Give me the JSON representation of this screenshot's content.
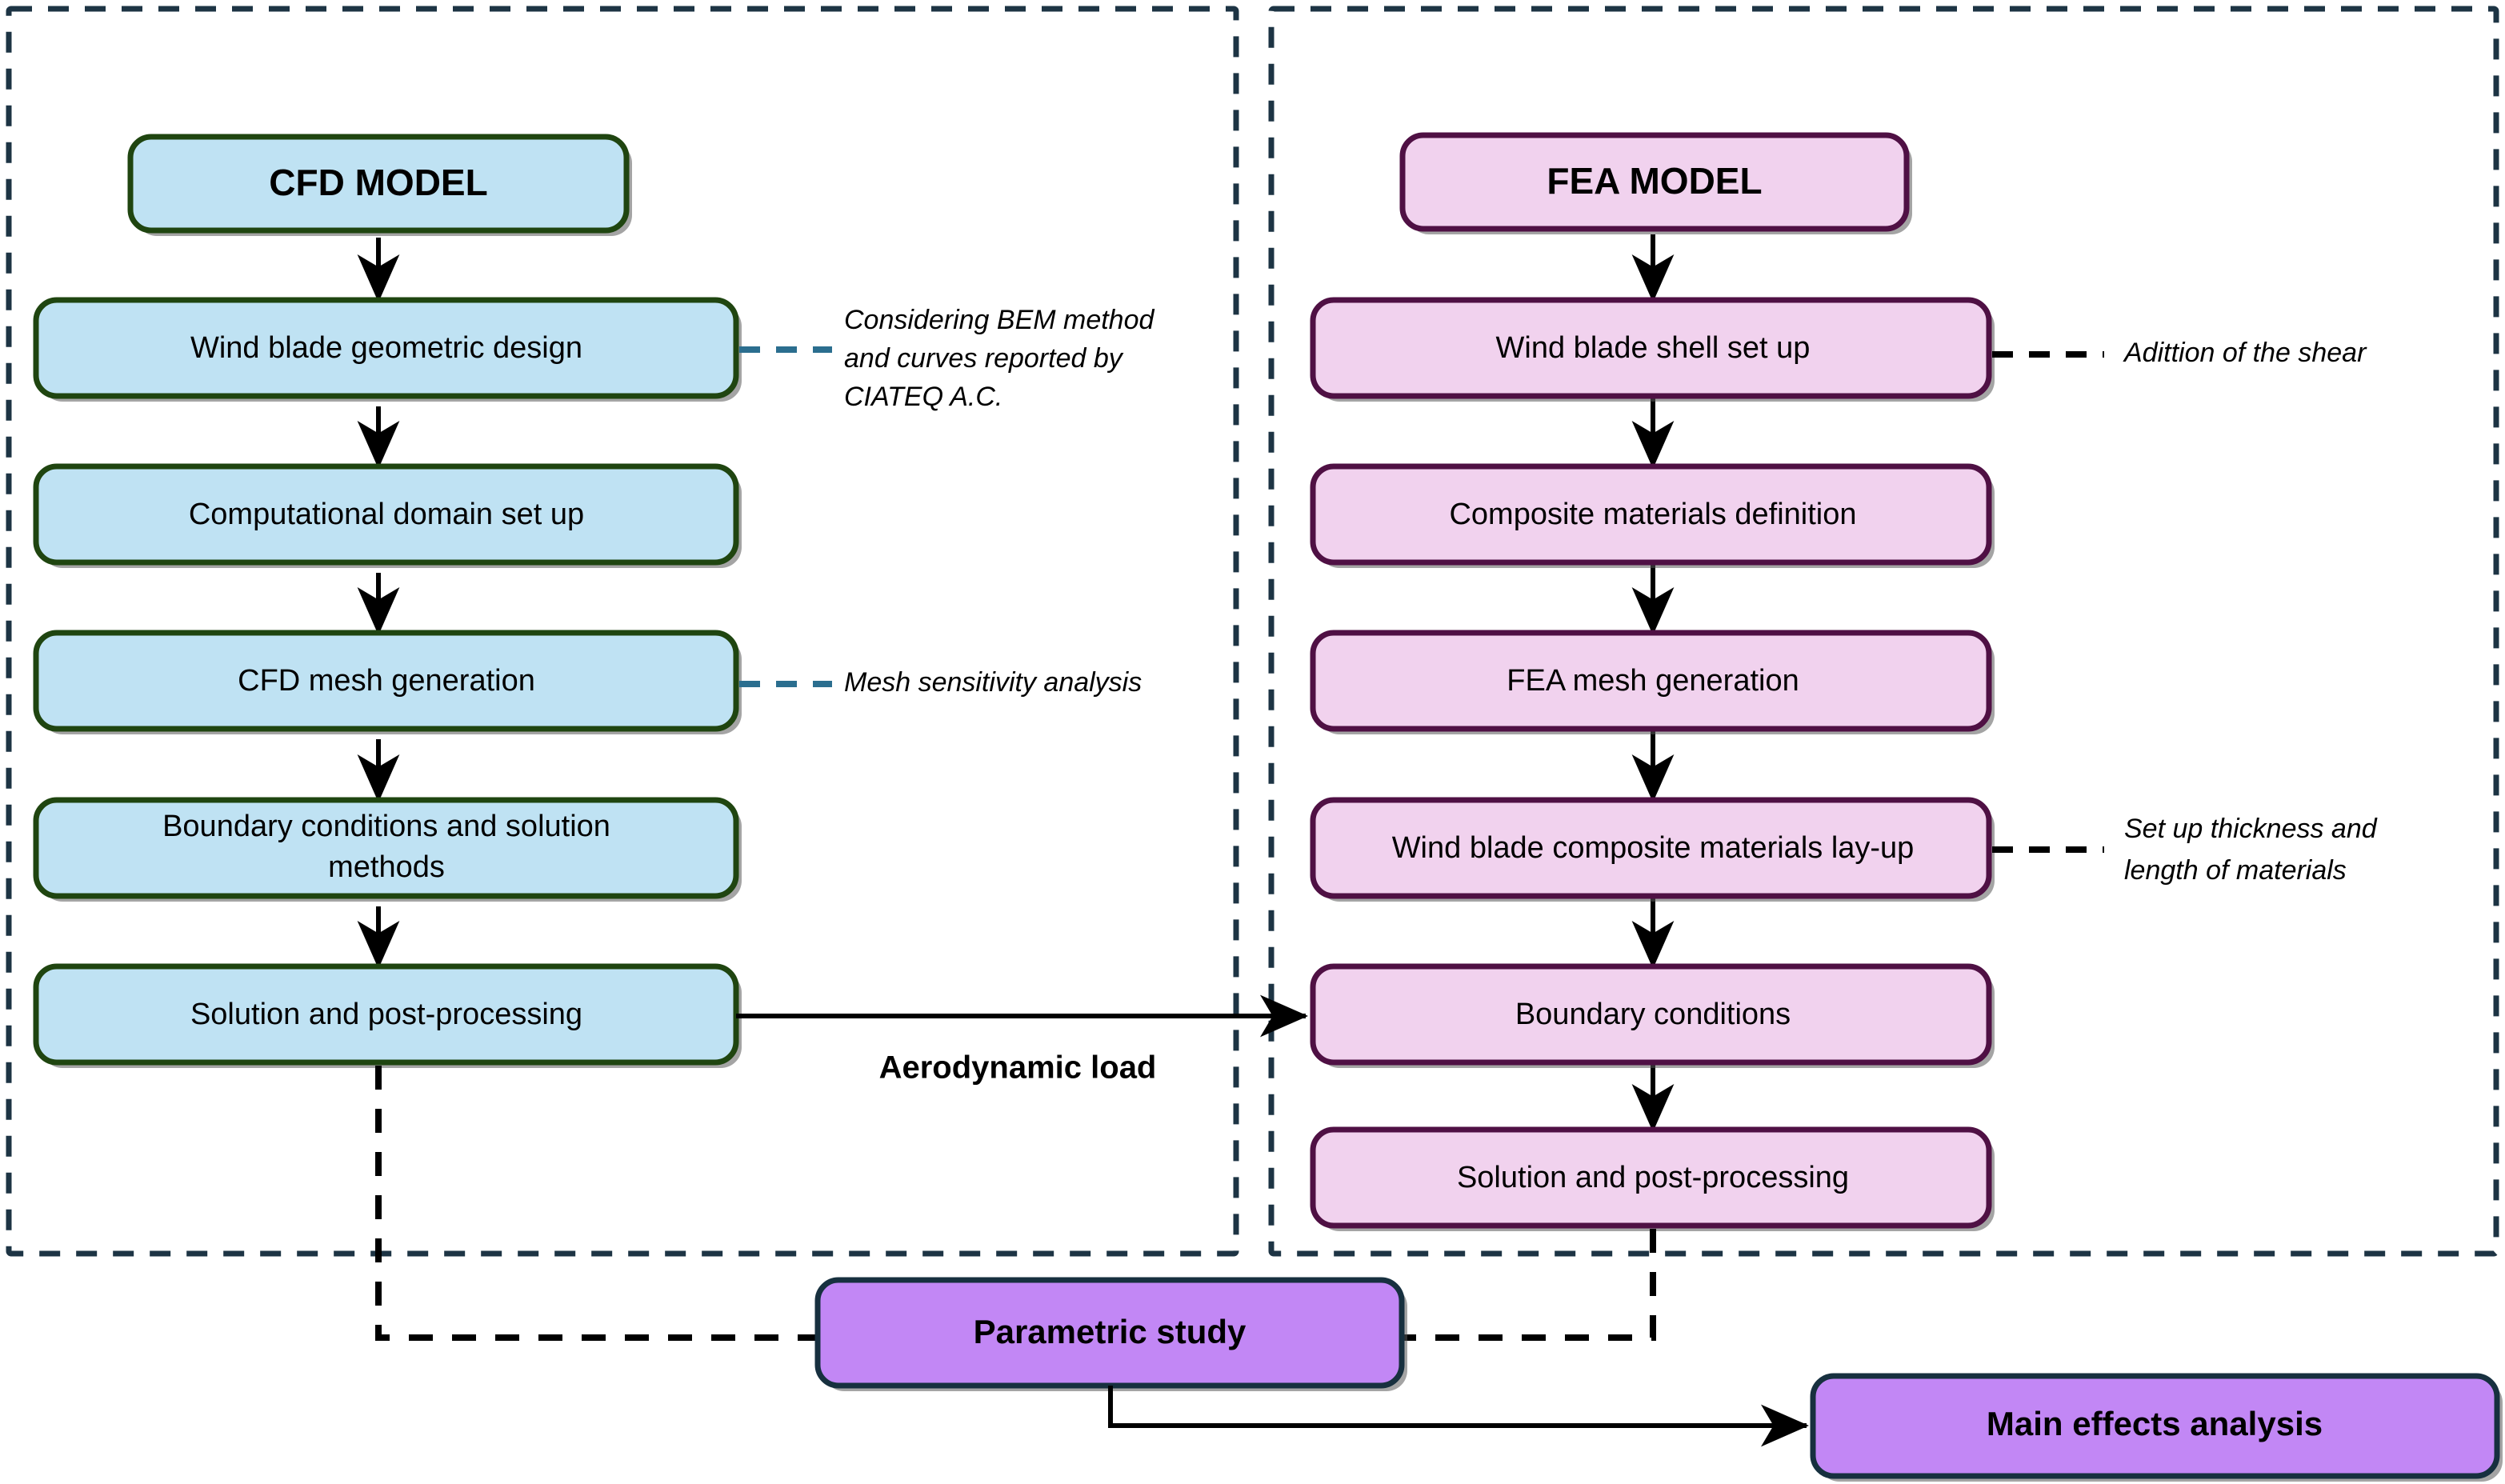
{
  "diagram": {
    "title_cfd": "CFD MODEL",
    "title_fea": "FEA MODEL",
    "colors": {
      "cfd_fill": "#bfe2f3",
      "cfd_border": "#1f4510",
      "fea_fill": "#f1d2ee",
      "fea_border": "#4f1044",
      "purple_fill": "#c287f5",
      "purple_border": "#17303f",
      "frame_dash": "#1d3444",
      "leader_blue": "#2b6e8f"
    },
    "cfd_column": {
      "header": "CFD MODEL",
      "steps": [
        "Wind blade geometric design",
        "Computational domain set up",
        "CFD mesh generation",
        "Boundary conditions and solution methods",
        "Solution and post-processing"
      ],
      "step_line_1": "Boundary conditions and solution",
      "step_line_2": "methods"
    },
    "fea_column": {
      "header": "FEA MODEL",
      "steps": [
        "Wind blade shell set up",
        "Composite materials definition",
        "FEA mesh generation",
        "Wind blade composite materials lay-up",
        "Boundary conditions",
        "Solution and post-processing"
      ]
    },
    "annotations": {
      "cfd_geometry": {
        "line1": "Considering BEM method",
        "line2": "and curves reported by",
        "line3": "CIATEQ A.C."
      },
      "cfd_mesh": {
        "line1": "Mesh sensitivity analysis"
      },
      "fea_shell": {
        "line1": "Adittion of the shear"
      },
      "fea_layup": {
        "line1": "Set up thickness and",
        "line2": "length of materials"
      }
    },
    "edges": {
      "aerodynamic_load": "Aerodynamic load"
    },
    "bottom_nodes": {
      "parametric_study": "Parametric study",
      "main_effects": "Main effects analysis"
    }
  }
}
